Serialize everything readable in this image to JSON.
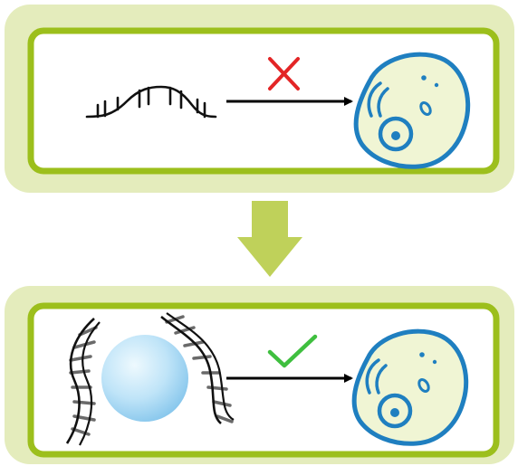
{
  "panels": [
    {
      "id": "top",
      "outcome": "blocked",
      "outcome_symbol": "cross-mark",
      "cargo": "free-nucleic-acid"
    },
    {
      "id": "bottom",
      "outcome": "delivered",
      "outcome_symbol": "check-mark",
      "cargo": "nanoparticle-with-nucleic-acid"
    }
  ],
  "colors": {
    "panel_outer": "#e4ecbc",
    "panel_border": "#9cbf1c",
    "panel_inner": "#ffffff",
    "down_arrow": "#bfd15a",
    "cross": "#e32526",
    "check": "#3fbf3f",
    "cell_fill": "#f0f5d4",
    "cell_stroke": "#1f7fc0",
    "sphere_light": "#e8f6fd",
    "sphere_dark": "#8ccbf0",
    "strand": "#111111",
    "rung": "#6a6a6a",
    "arrow": "#000000"
  }
}
